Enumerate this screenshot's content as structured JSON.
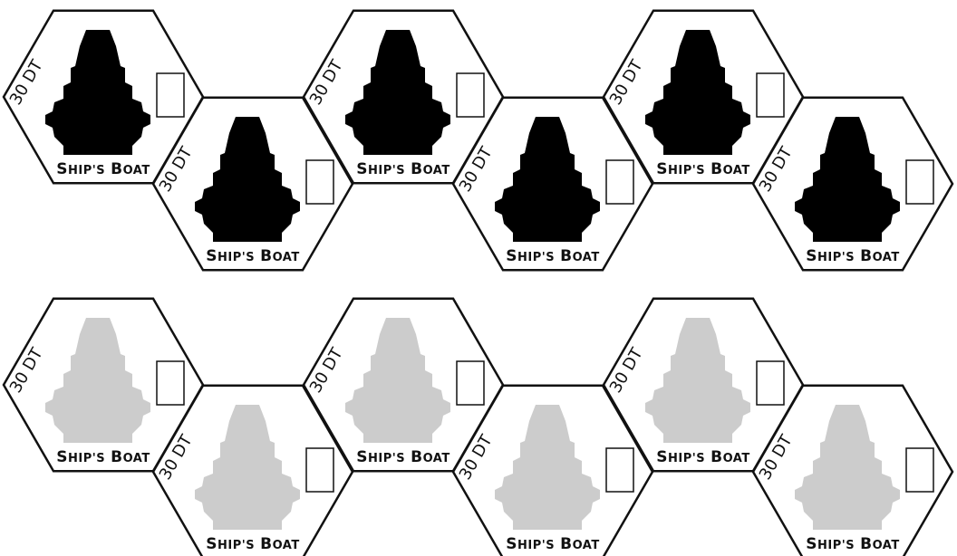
{
  "colors": {
    "outline": "#111111",
    "active_ship": "#000000",
    "damaged_ship": "#cccccc",
    "background": "#ffffff"
  },
  "icons": {
    "ship": "ships-boat-silhouette-icon",
    "status": "status-box"
  },
  "sheet": {
    "rows": [
      {
        "state": "active",
        "counters": [
          {
            "tonnage": "30 DT",
            "name_initial_1": "S",
            "name_rest_1": "HIP'S",
            "name_initial_2": "B",
            "name_rest_2": "OAT"
          },
          {
            "tonnage": "30 DT",
            "name_initial_1": "S",
            "name_rest_1": "HIP'S",
            "name_initial_2": "B",
            "name_rest_2": "OAT"
          },
          {
            "tonnage": "30 DT",
            "name_initial_1": "S",
            "name_rest_1": "HIP'S",
            "name_initial_2": "B",
            "name_rest_2": "OAT"
          },
          {
            "tonnage": "30 DT",
            "name_initial_1": "S",
            "name_rest_1": "HIP'S",
            "name_initial_2": "B",
            "name_rest_2": "OAT"
          },
          {
            "tonnage": "30 DT",
            "name_initial_1": "S",
            "name_rest_1": "HIP'S",
            "name_initial_2": "B",
            "name_rest_2": "OAT"
          },
          {
            "tonnage": "30 DT",
            "name_initial_1": "S",
            "name_rest_1": "HIP'S",
            "name_initial_2": "B",
            "name_rest_2": "OAT"
          }
        ]
      },
      {
        "state": "damaged",
        "counters": [
          {
            "tonnage": "30 DT",
            "name_initial_1": "S",
            "name_rest_1": "HIP'S",
            "name_initial_2": "B",
            "name_rest_2": "OAT"
          },
          {
            "tonnage": "30 DT",
            "name_initial_1": "S",
            "name_rest_1": "HIP'S",
            "name_initial_2": "B",
            "name_rest_2": "OAT"
          },
          {
            "tonnage": "30 DT",
            "name_initial_1": "S",
            "name_rest_1": "HIP'S",
            "name_initial_2": "B",
            "name_rest_2": "OAT"
          },
          {
            "tonnage": "30 DT",
            "name_initial_1": "S",
            "name_rest_1": "HIP'S",
            "name_initial_2": "B",
            "name_rest_2": "OAT"
          },
          {
            "tonnage": "30 DT",
            "name_initial_1": "S",
            "name_rest_1": "HIP'S",
            "name_initial_2": "B",
            "name_rest_2": "OAT"
          },
          {
            "tonnage": "30 DT",
            "name_initial_1": "S",
            "name_rest_1": "HIP'S",
            "name_initial_2": "B",
            "name_rest_2": "OAT"
          }
        ]
      }
    ]
  }
}
